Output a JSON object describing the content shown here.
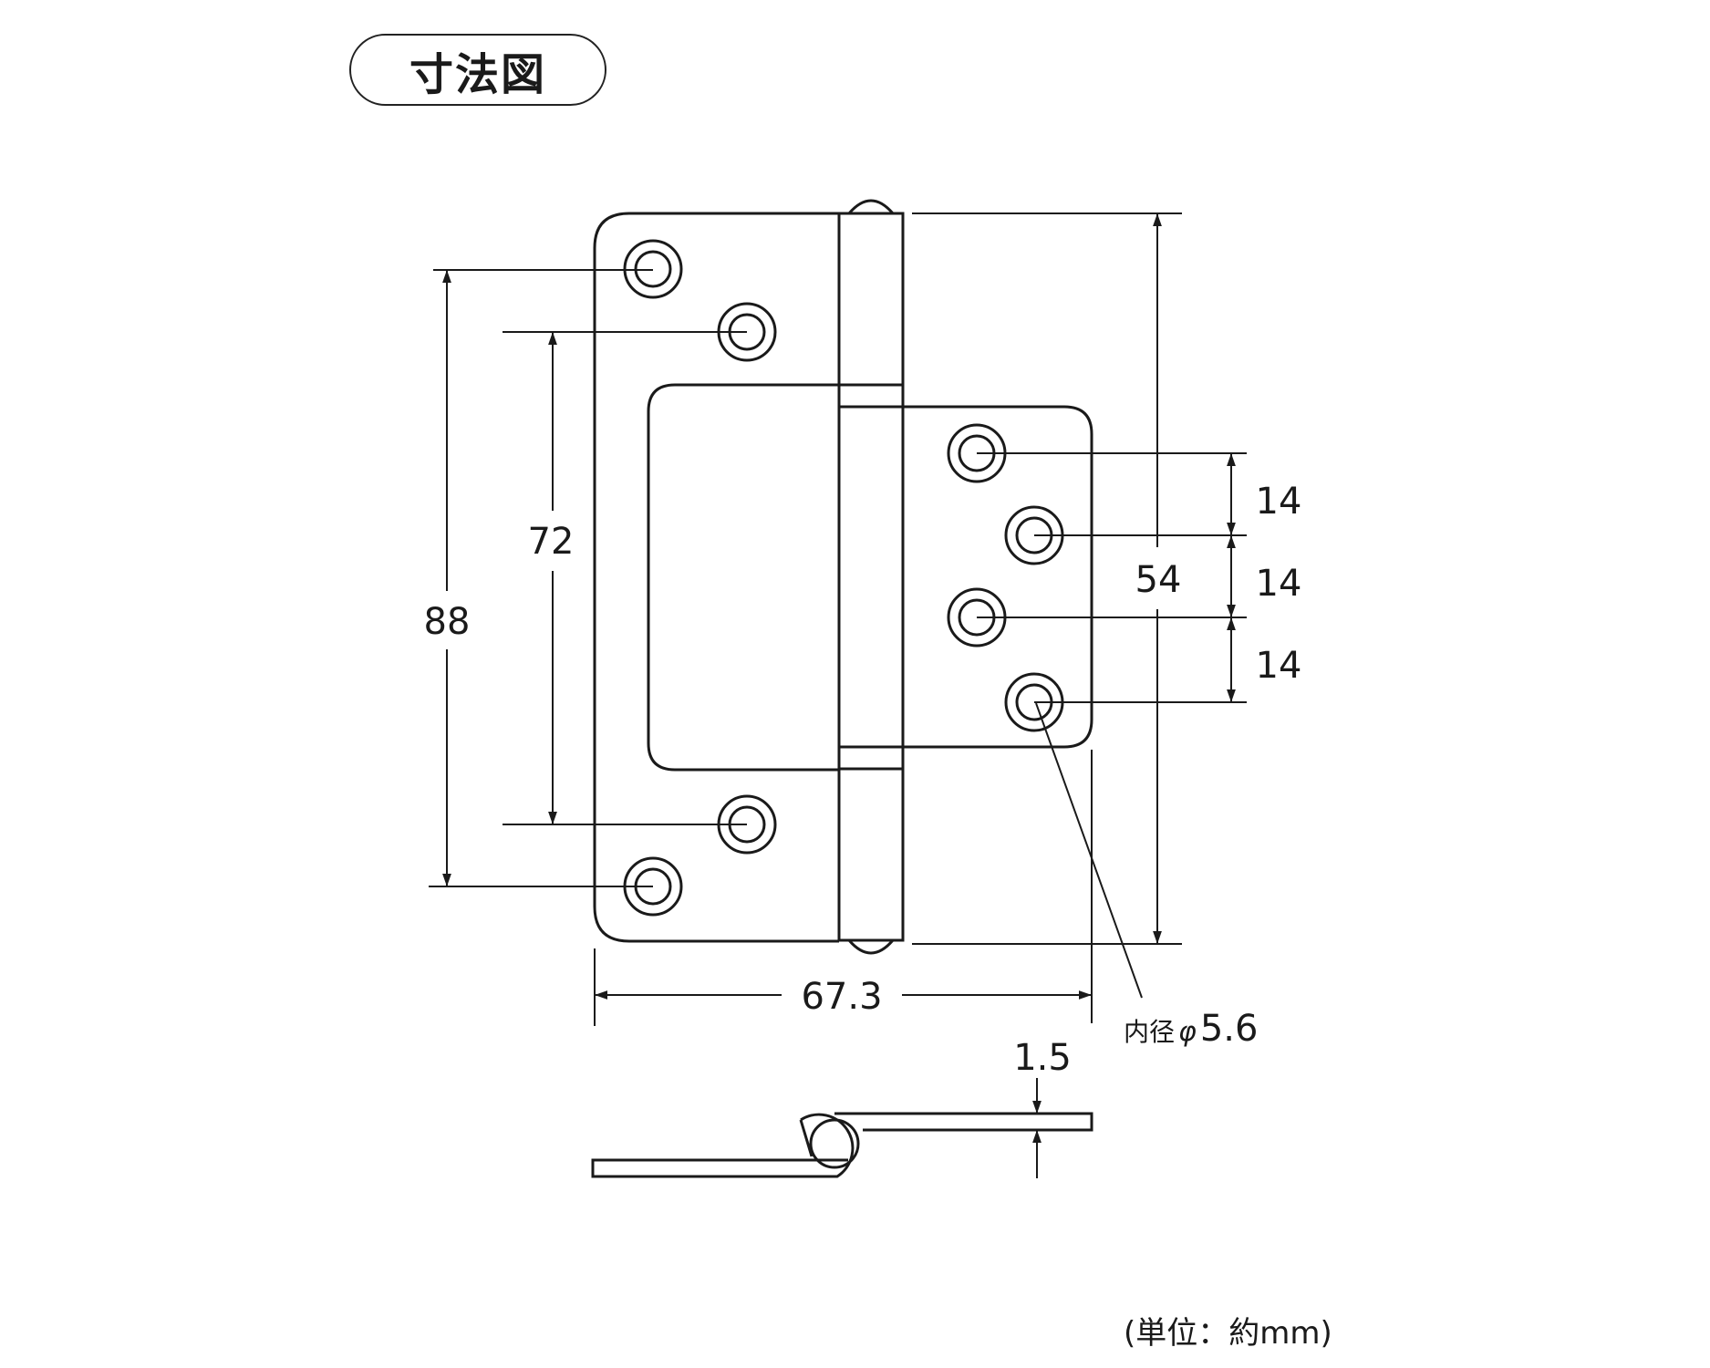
{
  "title": "寸法図",
  "unit_note": "(単位：約mm)",
  "colors": {
    "line": "#1a1a1a",
    "background": "#ffffff"
  },
  "dimensions": {
    "outer_hole_pitch": "88",
    "inner_hole_pitch": "72",
    "overall_height": "54",
    "overall_width": "67.3",
    "right_hole_pitch_1": "14",
    "right_hole_pitch_2": "14",
    "right_hole_pitch_3": "14",
    "thickness": "1.5"
  },
  "hole_note": {
    "label": "内径",
    "symbol": "φ",
    "value": "5.6"
  },
  "views": [
    "front-view",
    "side-view"
  ]
}
